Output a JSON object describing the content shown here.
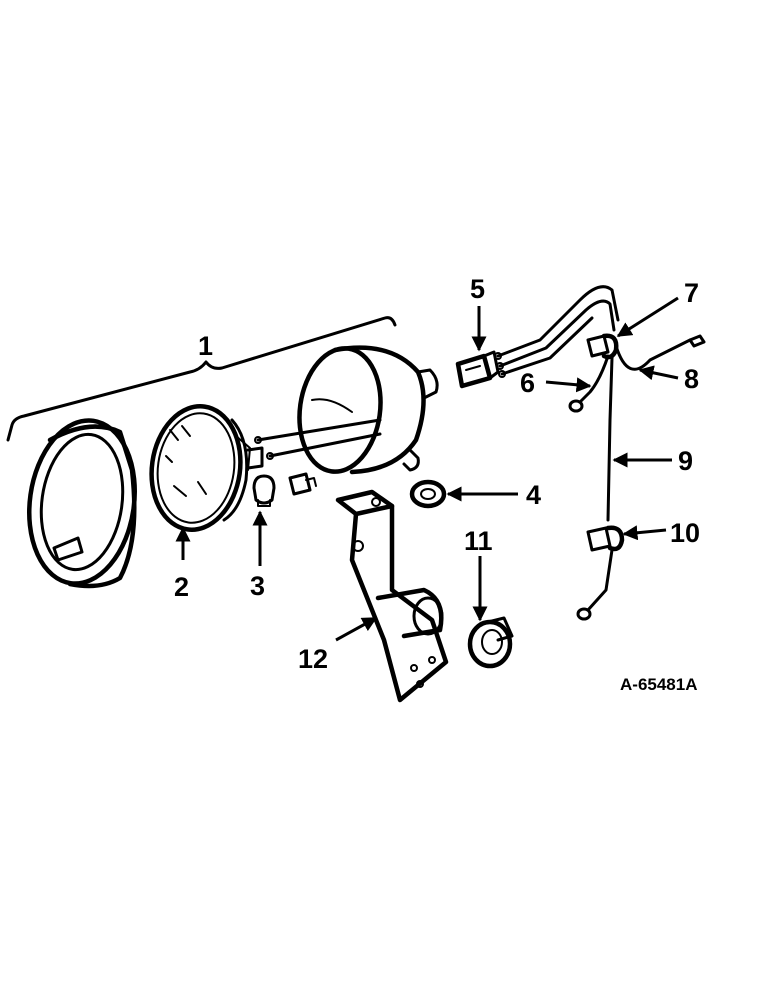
{
  "callouts": [
    {
      "id": "1",
      "text": "1"
    },
    {
      "id": "2",
      "text": "2"
    },
    {
      "id": "3",
      "text": "3"
    },
    {
      "id": "4",
      "text": "4"
    },
    {
      "id": "5",
      "text": "5"
    },
    {
      "id": "6",
      "text": "6"
    },
    {
      "id": "7",
      "text": "7"
    },
    {
      "id": "8",
      "text": "8"
    },
    {
      "id": "9",
      "text": "9"
    },
    {
      "id": "10",
      "text": "10"
    },
    {
      "id": "11",
      "text": "11"
    },
    {
      "id": "12",
      "text": "12"
    }
  ],
  "drawing_number": "A-65481A"
}
